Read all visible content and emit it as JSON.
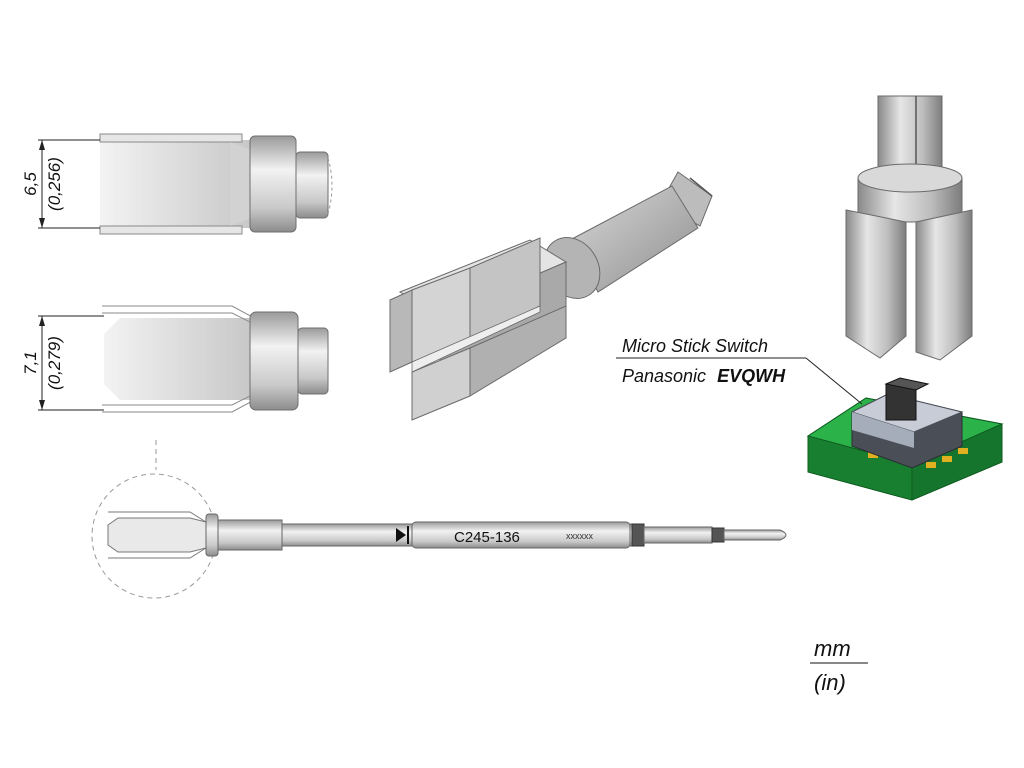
{
  "dimensions": {
    "top_view_value": "6,5",
    "top_view_inches": "(0,256)",
    "side_view_value": "7,1",
    "side_view_inches": "(0,279)"
  },
  "cartridge": {
    "model": "C245-136",
    "serial": "xxxxxx"
  },
  "component": {
    "name": "Micro Stick Switch",
    "brand": "Panasonic",
    "part": "EVQWH"
  },
  "units": {
    "primary": "mm",
    "secondary": "(in)"
  },
  "colors": {
    "tip_metal": "#cfcfcf",
    "pcb_green": "#1f9a3a",
    "switch_body": "#b9c1cf",
    "pad_gold": "#e0b020"
  }
}
